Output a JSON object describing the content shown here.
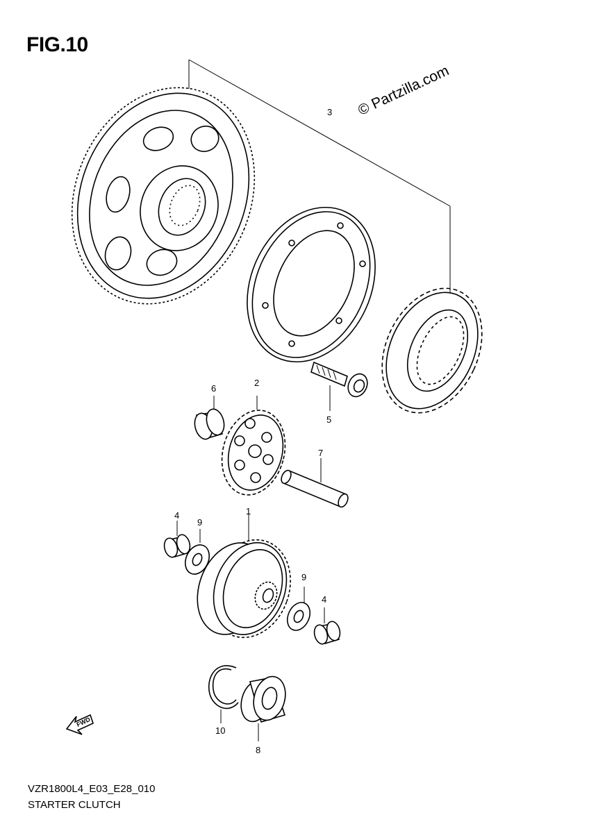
{
  "figure": {
    "title": "FIG.10"
  },
  "watermark": "© Partzilla.com",
  "footer": {
    "model_code": "VZR1800L4_E03_E28_010",
    "diagram_name": "STARTER CLUTCH"
  },
  "callouts": [
    {
      "id": "1",
      "label": "1"
    },
    {
      "id": "2",
      "label": "2"
    },
    {
      "id": "3",
      "label": "3"
    },
    {
      "id": "4a",
      "label": "4"
    },
    {
      "id": "4b",
      "label": "4"
    },
    {
      "id": "5",
      "label": "5"
    },
    {
      "id": "6",
      "label": "6"
    },
    {
      "id": "7",
      "label": "7"
    },
    {
      "id": "8",
      "label": "8"
    },
    {
      "id": "9a",
      "label": "9"
    },
    {
      "id": "9b",
      "label": "9"
    },
    {
      "id": "10",
      "label": "10"
    }
  ],
  "direction_marker": {
    "label": "FWD",
    "icon": "forward-arrow-icon"
  }
}
